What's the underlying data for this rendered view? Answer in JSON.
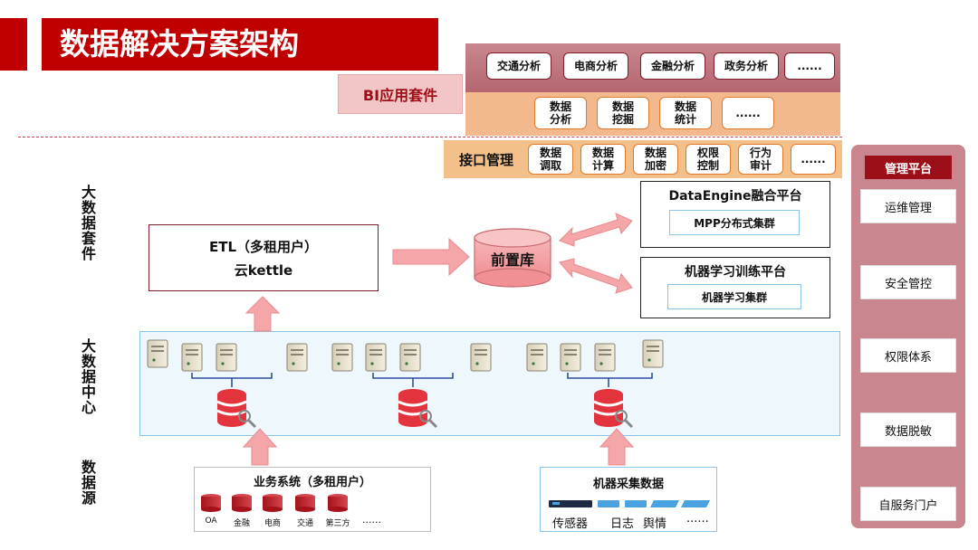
{
  "title": "数据解决方案架构",
  "bi": {
    "label": "BI应用套件",
    "row1": [
      "交通分析",
      "电商分析",
      "金融分析",
      "政务分析",
      "......"
    ],
    "row2": [
      [
        "数据",
        "分析"
      ],
      [
        "数据",
        "挖掘"
      ],
      [
        "数据",
        "统计"
      ],
      [
        "......",
        ""
      ]
    ]
  },
  "interface": {
    "label": "接口管理",
    "items": [
      [
        "数据",
        "调取"
      ],
      [
        "数据",
        "计算"
      ],
      [
        "数据",
        "加密"
      ],
      [
        "权限",
        "控制"
      ],
      [
        "行为",
        "审计"
      ],
      [
        "......",
        ""
      ]
    ]
  },
  "side_labels": {
    "big_data_suite": [
      "大",
      "数",
      "据",
      "套",
      "件"
    ],
    "big_data_center": [
      "大",
      "数",
      "据",
      "中",
      "心"
    ],
    "data_source": [
      "数",
      "据",
      "源"
    ]
  },
  "etl": {
    "title": "ETL（多租用户）",
    "subtitle": "云kettle"
  },
  "front_db": "前置库",
  "dataengine": {
    "title": "DataEngine融合平台",
    "cluster": "MPP分布式集群"
  },
  "ml": {
    "title": "机器学习训练平台",
    "cluster": "机器学习集群"
  },
  "management": {
    "title": "管理平台",
    "items": [
      "运维管理",
      "安全管控",
      "权限体系",
      "数据脱敏",
      "自服务门户"
    ]
  },
  "sources": {
    "business": {
      "title": "业务系统（多租用户）",
      "dbs": [
        "OA",
        "金融",
        "电商",
        "交通",
        "第三方"
      ],
      "more": "......"
    },
    "machine": {
      "title": "机器采集数据",
      "items": [
        "传感器",
        "日志",
        "舆情",
        "......"
      ]
    }
  },
  "colors": {
    "brand_red": "#c00000",
    "dark_red": "#9c0f18",
    "pink_panel": "#c9868e",
    "orange_panel": "#f4c089",
    "arrow_pink": "#f4a6a9",
    "cluster_blue": "#8cc4e8"
  }
}
